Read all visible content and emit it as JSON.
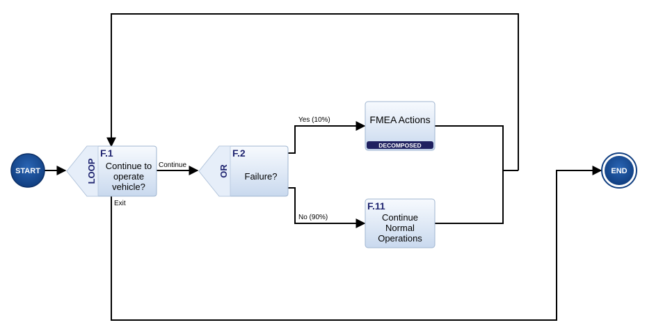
{
  "nodes": {
    "start": {
      "label": "START"
    },
    "end": {
      "label": "END"
    },
    "f1": {
      "id": "F.1",
      "construct": "LOOP",
      "lines": [
        "Continue to",
        "operate",
        "vehicle?"
      ]
    },
    "f2": {
      "id": "F.2",
      "construct": "OR",
      "lines": [
        "Failure?"
      ]
    },
    "fmea": {
      "lines": [
        "FMEA Actions"
      ],
      "badge": "DECOMPOSED"
    },
    "f11": {
      "id": "F.11",
      "lines": [
        "Continue",
        "Normal",
        "Operations"
      ]
    }
  },
  "edges": {
    "continue": "Continue",
    "exit": "Exit",
    "yes": "Yes (10%)",
    "no": "No (90%)"
  },
  "colors": {
    "terminal": "#1a4f96",
    "id_text": "#1f2470",
    "badge": "#1f2160",
    "box_fill_top": "#f7fafe",
    "box_fill_bottom": "#c9d9ee",
    "box_stroke": "#9fb5d0"
  }
}
